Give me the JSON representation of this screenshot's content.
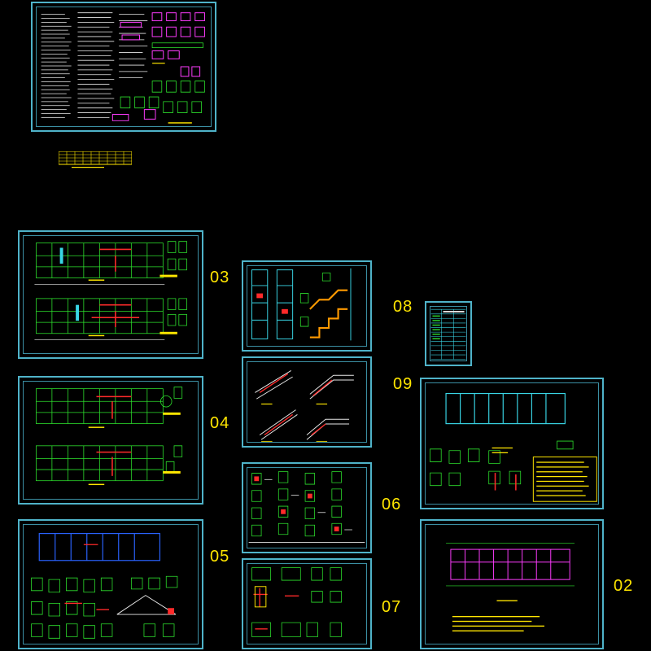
{
  "sheets": [
    {
      "id": "notes-sheet",
      "number": ""
    },
    {
      "id": "sheet-03",
      "number": "03"
    },
    {
      "id": "sheet-04",
      "number": "04"
    },
    {
      "id": "sheet-05",
      "number": "05"
    },
    {
      "id": "sheet-stair-a",
      "number": ""
    },
    {
      "id": "sheet-stair-b",
      "number": ""
    },
    {
      "id": "sheet-06",
      "number": "06"
    },
    {
      "id": "sheet-07",
      "number": "07"
    },
    {
      "id": "sheet-08",
      "number": "08"
    },
    {
      "id": "sheet-09",
      "number": "09"
    },
    {
      "id": "sheet-02",
      "number": "02"
    }
  ],
  "colors": {
    "frame": "#4fb3c9",
    "label": "#ffe600",
    "line_green": "#2de02d",
    "line_red": "#ff2a2a",
    "line_magenta": "#ff3cff",
    "line_cyan": "#39d6e6",
    "line_white": "#e8e8e8",
    "line_orange": "#ff9a00",
    "table_blue": "#2a63ff"
  }
}
